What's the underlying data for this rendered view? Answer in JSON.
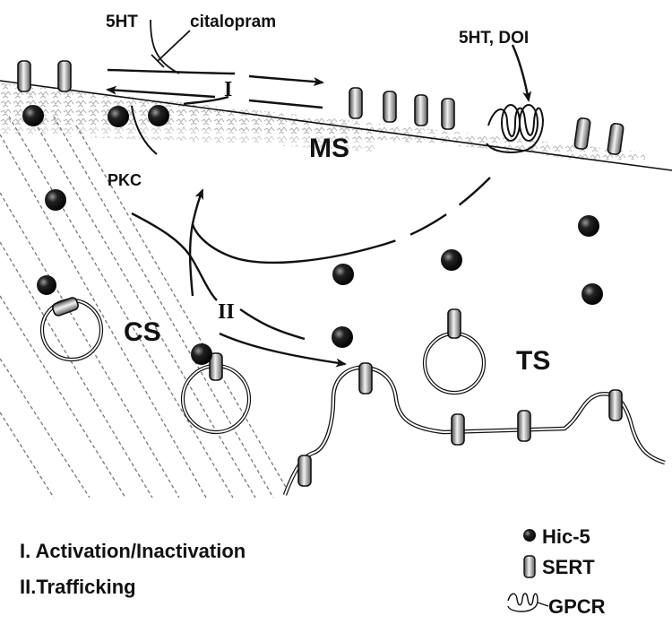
{
  "labels": {
    "ligand_5ht": "5HT",
    "inhibitor": "citalopram",
    "agonists": "5HT, DOI",
    "step_one": "I",
    "step_two": "II",
    "kinase": "PKC",
    "ms": "MS",
    "cs": "CS",
    "ts": "TS"
  },
  "key": {
    "activation": "I. Activation/Inactivation",
    "trafficking": "II.Trafficking"
  },
  "legend": {
    "hic5": "Hic-5",
    "sert": "SERT",
    "gpcr": "GPCR"
  },
  "colors": {
    "ink": "#111111",
    "sert_light": "#e6e6e6",
    "sert_dark": "#555555",
    "cytoskeleton": "#777777",
    "speckle": "#bdbdbd"
  }
}
